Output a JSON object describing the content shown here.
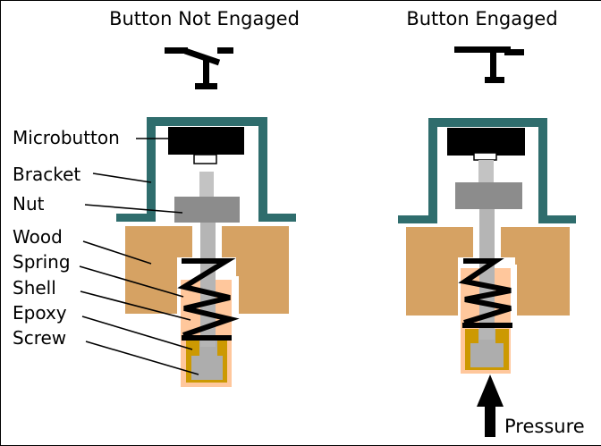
{
  "titles": {
    "left": "Button Not Engaged",
    "right": "Button Engaged"
  },
  "labels": {
    "microbutton": "Microbutton",
    "bracket": "Bracket",
    "nut": "Nut",
    "wood": "Wood",
    "spring": "Spring",
    "shell": "Shell",
    "epoxy": "Epoxy",
    "screw": "Screw"
  },
  "pressure_label": "Pressure",
  "colors": {
    "bracket-teal": "#2F6D6D",
    "wood-tan": "#D6A263",
    "shell-peach": "#FFC79C",
    "epoxy-gold": "#CC9902",
    "rod-gray": "#B5B5B5",
    "rod-upper-gray": "#C3C3C3",
    "nut-gray": "#8C8C8C",
    "screw-gray": "#ADADAD",
    "ink": "#000000",
    "background": "#FFFFFF"
  }
}
